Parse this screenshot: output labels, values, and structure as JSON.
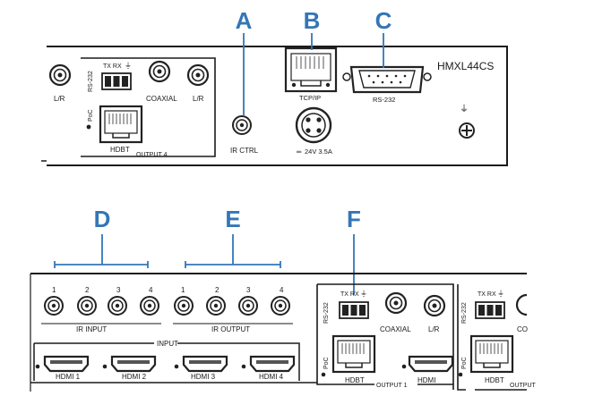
{
  "callouts": {
    "a": {
      "letter": "A",
      "target": "ir-ctrl-jack"
    },
    "b": {
      "letter": "B",
      "target": "tcp-ip-port"
    },
    "c": {
      "letter": "C",
      "target": "rs232-db9-port"
    },
    "d": {
      "letter": "D",
      "target": "ir-input-jacks"
    },
    "e": {
      "letter": "E",
      "target": "ir-output-jacks"
    },
    "f": {
      "letter": "F",
      "target": "output1-rs232-block"
    }
  },
  "top_panel": {
    "model": "HMXL44CS",
    "lr_left": "L/R",
    "rs232_vertical": "RS-232",
    "tx_rx": "TX RX",
    "coaxial": "COAXIAL",
    "lr_right": "L/R",
    "poc": "PoC",
    "hdbt": "HDBT",
    "output_label": "OUTPUT 4",
    "ir_ctrl": "IR CTRL",
    "tcp_ip": "TCP/IP",
    "rs232": "RS-232",
    "power": "24V 3.5A"
  },
  "bottom_panel": {
    "ir_input_nums": [
      "1",
      "2",
      "3",
      "4"
    ],
    "ir_output_nums": [
      "1",
      "2",
      "3",
      "4"
    ],
    "ir_input": "IR INPUT",
    "ir_output": "IR OUTPUT",
    "input": "INPUT",
    "hdmi_labels": [
      "HDMI 1",
      "HDMI 2",
      "HDMI 3",
      "HDMI 4"
    ],
    "out1": {
      "tx_rx": "TX RX",
      "rs232": "RS-232",
      "coaxial": "COAXIAL",
      "lr": "L/R",
      "poc": "PoC",
      "hdbt": "HDBT",
      "output_label": "OUTPUT 1",
      "hdmi": "HDMI"
    },
    "out2": {
      "tx_rx": "TX RX",
      "rs232": "RS-232",
      "coaxial": "CO",
      "poc": "PoC",
      "hdbt": "HDBT",
      "output_label": "OUTPUT"
    }
  },
  "colors": {
    "callout": "#3476b6",
    "panel_line": "#1a1a1a"
  }
}
